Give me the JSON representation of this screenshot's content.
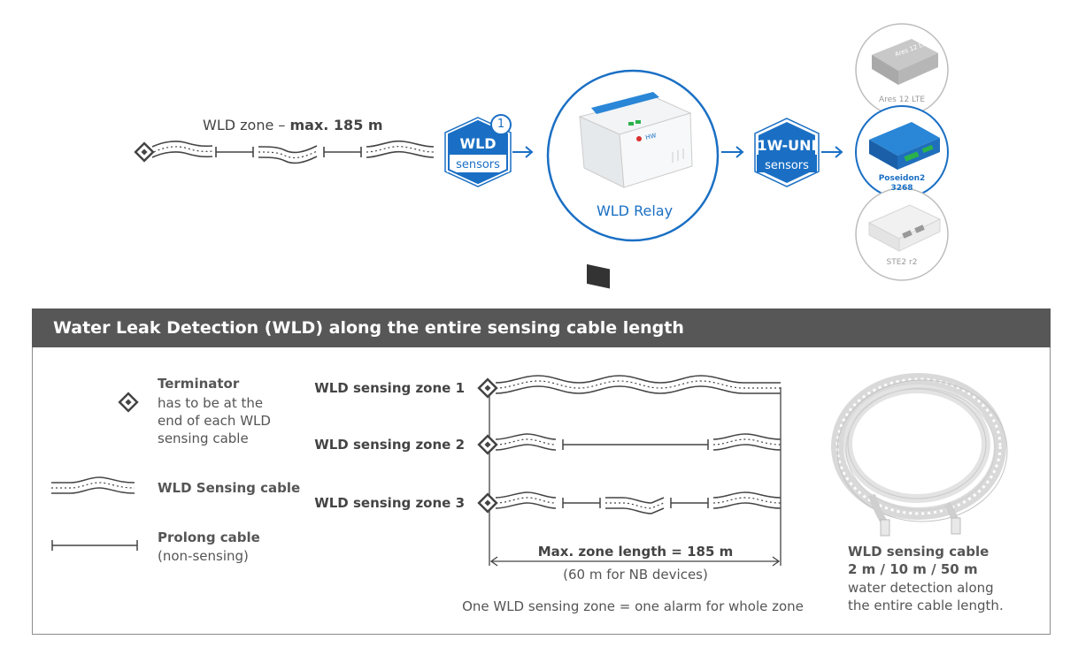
{
  "top": {
    "zone_prefix": "WLD zone – ",
    "zone_value": "max. 185 m",
    "hex1": {
      "main": "WLD",
      "sub": "sensors",
      "badge": "1"
    },
    "relay_label": "WLD Relay",
    "hex2": {
      "main": "1W-UNI",
      "sub": "sensors"
    },
    "devices": [
      {
        "label": "Ares 12 LTE",
        "active": false
      },
      {
        "label": "Poseidon2 3268",
        "line1": "Poseidon2",
        "line2": "3268",
        "active": true
      },
      {
        "label": "STE2 r2",
        "active": false
      }
    ]
  },
  "bottom": {
    "banner_title": "Water Leak Detection (WLD) along the entire sensing cable length",
    "legend": {
      "terminator_title": "Terminator",
      "terminator_lines": [
        "has to be at the",
        "end of each WLD",
        "sensing cable"
      ],
      "sensing_cable": "WLD Sensing cable",
      "prolong_title": "Prolong cable",
      "prolong_sub": "(non-sensing)"
    },
    "zones": [
      "WLD sensing zone 1",
      "WLD sensing zone 2",
      "WLD sensing zone 3"
    ],
    "max_length": "Max. zone length = 185 m",
    "nb_note": "(60 m for NB devices)",
    "one_alarm": "One WLD sensing zone = one alarm for whole zone",
    "cable_title": "WLD sensing cable",
    "cable_sizes": "2 m / 10 m / 50 m",
    "cable_desc": [
      "water detection along",
      "the entire cable length."
    ]
  },
  "colors": {
    "blue": "#1a6fc4",
    "dark": "#555555",
    "banner": "#575757",
    "grey": "#bdbdbd"
  }
}
